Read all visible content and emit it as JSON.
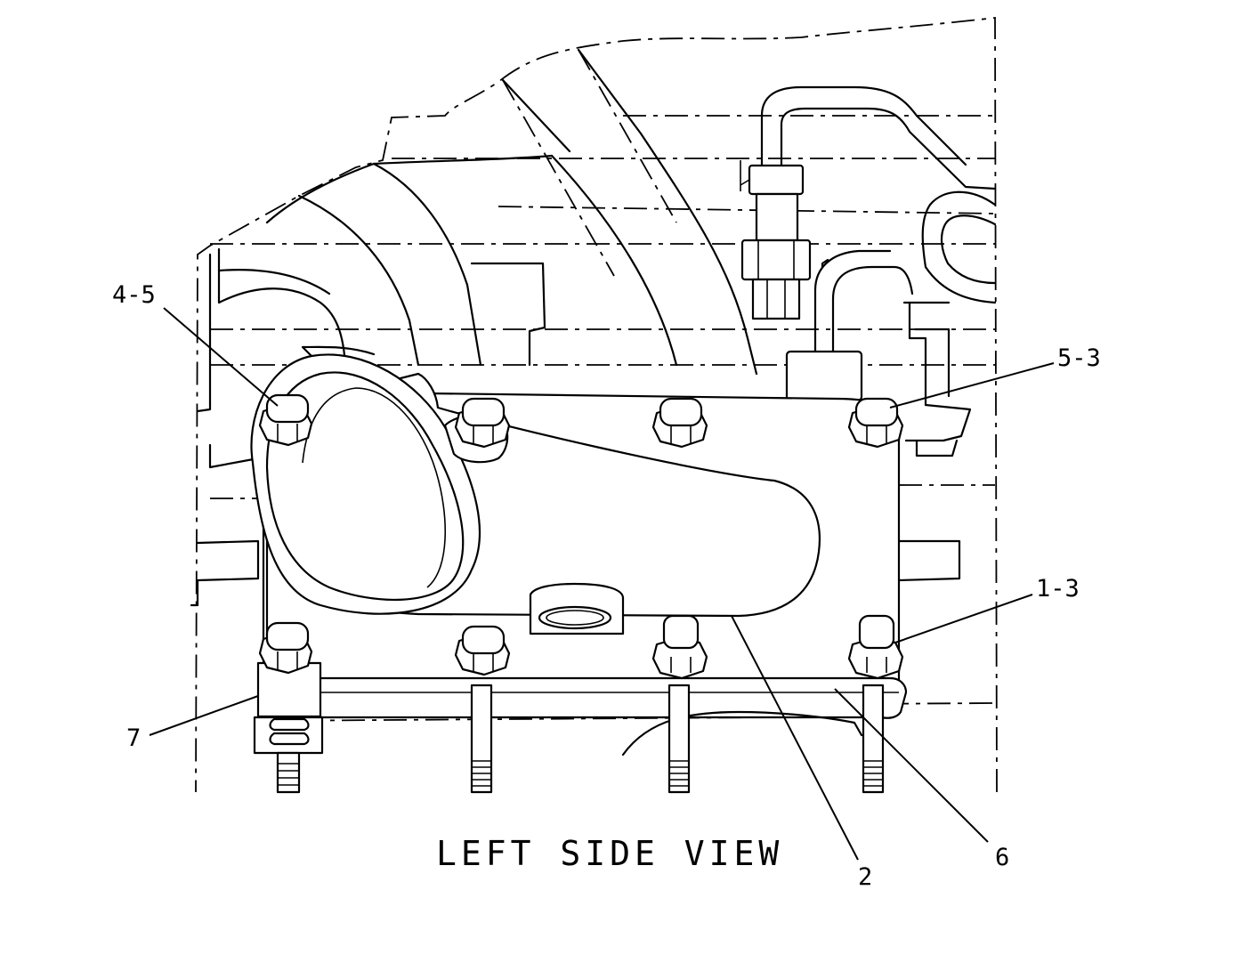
{
  "view_title": "LEFT SIDE VIEW",
  "callouts": [
    {
      "id": "c45",
      "label": "4-5"
    },
    {
      "id": "c53",
      "label": "5-3"
    },
    {
      "id": "c13",
      "label": "1-3"
    },
    {
      "id": "c7",
      "label": "7"
    },
    {
      "id": "c2",
      "label": "2"
    },
    {
      "id": "c6",
      "label": "6"
    }
  ]
}
